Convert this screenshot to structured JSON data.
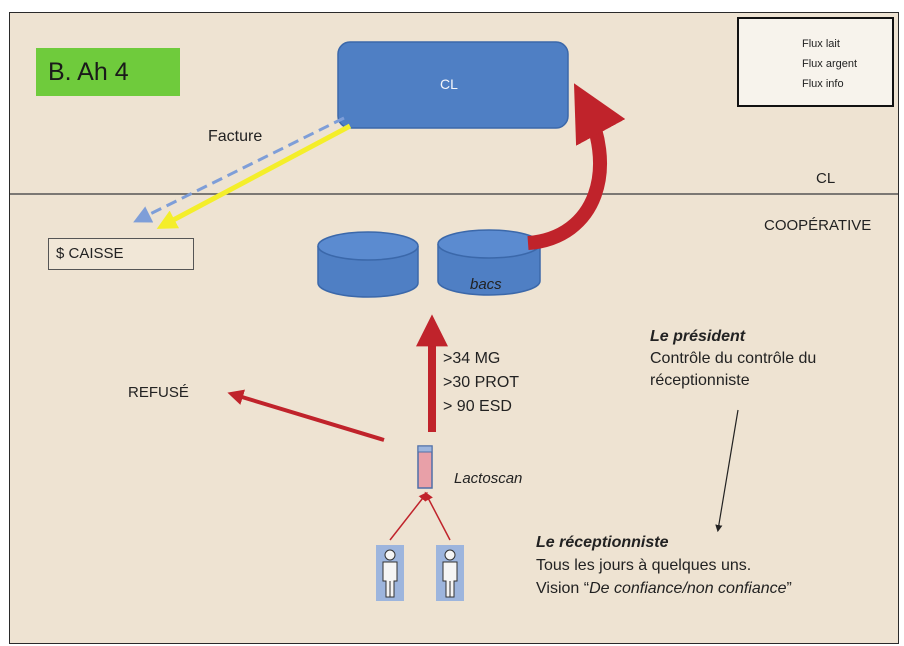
{
  "title": "B. Ah 4",
  "legend": {
    "items": [
      {
        "label": "Flux lait",
        "color": "#c0232b",
        "style": "solid"
      },
      {
        "label": "Flux argent",
        "color": "#f4ee2a",
        "style": "solid"
      },
      {
        "label": "Flux info",
        "color": "#7e9ed8",
        "style": "dashed"
      }
    ]
  },
  "nodes": {
    "cl_box": "CL",
    "caisse": "$ CAISSE",
    "bacs": "bacs",
    "lactoscan": "Lactoscan",
    "refuse": "REFUSÉ"
  },
  "labels": {
    "facture": "Facture",
    "zone_cl": "CL",
    "zone_cooperative": "COOPÉRATIVE"
  },
  "thresholds": [
    ">34  MG",
    ">30 PROT",
    "> 90 ESD"
  ],
  "president": {
    "title": "Le président",
    "line1": "Contrôle du contrôle du",
    "line2": "réceptionniste"
  },
  "receptionniste": {
    "title": "Le réceptionniste",
    "line1": "Tous les jours à quelques uns.",
    "vision_prefix": "Vision “",
    "vision_italic": "De confiance/non confiance",
    "vision_suffix": "”"
  },
  "colors": {
    "background": "#eee3d2",
    "box_blue": "#4f7fc4",
    "milk_arrow": "#c0232b",
    "money_arrow": "#f4ee2a",
    "info_arrow": "#7e9ed8",
    "title_bg": "#6fcb3c"
  }
}
